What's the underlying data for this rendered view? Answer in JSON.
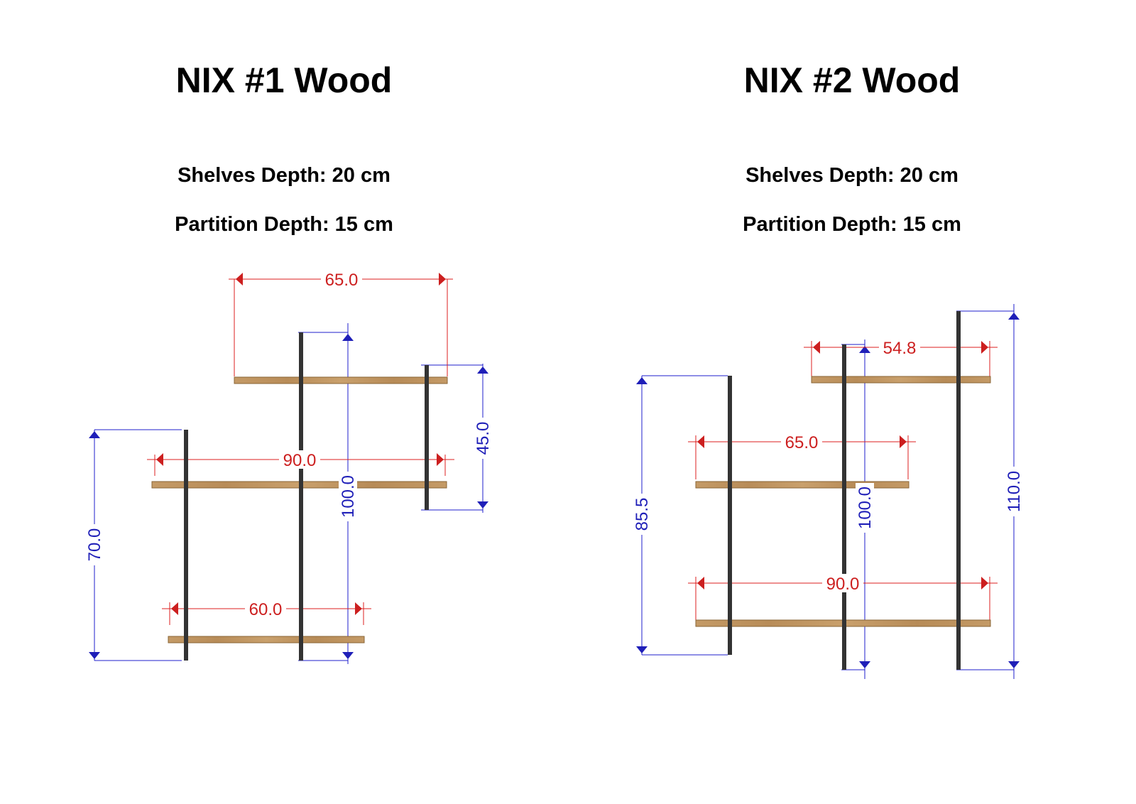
{
  "designs": [
    {
      "title": "NIX #1 Wood",
      "shelves_depth": "Shelves Depth: 20 cm",
      "partition_depth": "Partition Depth: 15 cm",
      "width_dimensions": [
        "65.0",
        "90.0",
        "60.0"
      ],
      "height_dimensions": [
        "70.0",
        "100.0",
        "45.0"
      ]
    },
    {
      "title": "NIX #2 Wood",
      "shelves_depth": "Shelves Depth: 20 cm",
      "partition_depth": "Partition Depth: 15 cm",
      "width_dimensions": [
        "54.8",
        "65.0",
        "90.0"
      ],
      "height_dimensions": [
        "85.5",
        "100.0",
        "110.0"
      ]
    }
  ],
  "colors": {
    "partition": "#333333",
    "shelf": "#c49a66",
    "shelf_edge": "#8a6536",
    "width_dimension": "#dd1f1f",
    "height_dimension": "#1f1fcc",
    "width_text": "#cc1f1f",
    "height_text": "#1f1fb8"
  }
}
